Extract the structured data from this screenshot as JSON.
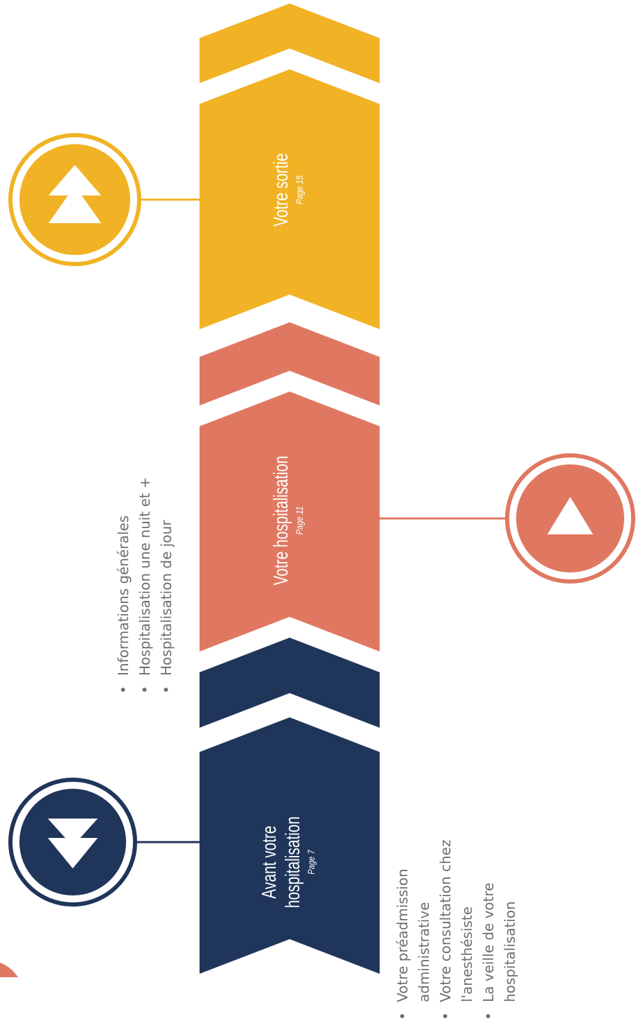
{
  "colors": {
    "navy": "#20355a",
    "salmon": "#e07861",
    "gold": "#f1b325",
    "text_gray": "#6d6e71",
    "white": "#ffffff"
  },
  "steps": [
    {
      "title_line1": "Avant votre",
      "title_line2": "hospitalisation",
      "page": "Page 7",
      "icon": "double-down-arrow-icon",
      "bullets": {
        "item1_line1": "Votre préadmission",
        "item1_line2": "administrative",
        "item2_line1": "Votre consultation chez",
        "item2_line2": "l'anesthésiste",
        "item3_line1": "La veille de votre",
        "item3_line2": "hospitalisation"
      }
    },
    {
      "title_line1": "Votre hospitalisation",
      "page": "Page 11",
      "icon": "up-arrow-icon",
      "bullets": {
        "item1": "Informations générales",
        "item2": "Hospitalisation une nuit et +",
        "item3": "Hospitalisation de jour"
      }
    },
    {
      "title_line1": "Votre sortie",
      "page": "Page 15",
      "icon": "double-up-arrow-icon"
    }
  ]
}
